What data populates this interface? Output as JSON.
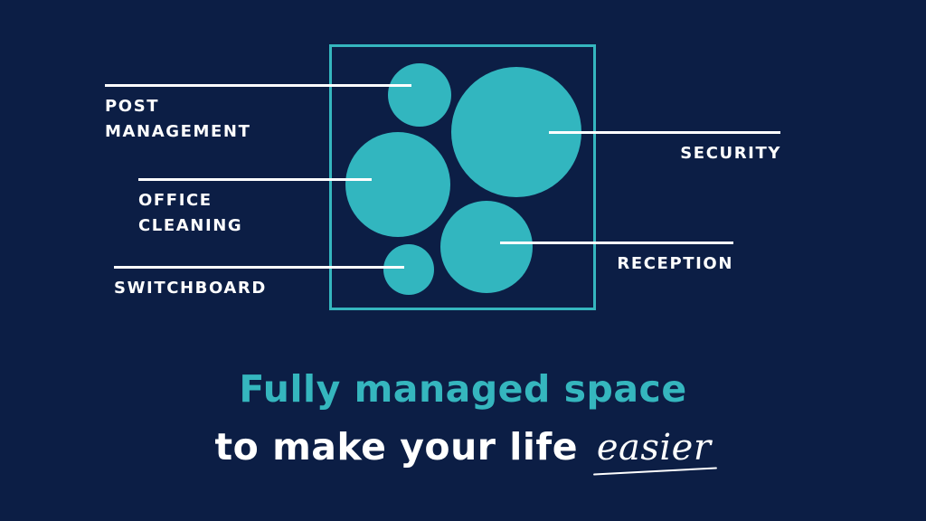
{
  "diagram": {
    "labels": {
      "post_management": "POST\nMANAGEMENT",
      "office_cleaning": "OFFICE\nCLEANING",
      "switchboard": "SWITCHBOARD",
      "security": "SECURITY",
      "reception": "RECEPTION"
    }
  },
  "headline": {
    "line1": "Fully managed space",
    "line2_prefix": "to make your life",
    "line2_script": "easier"
  },
  "colors": {
    "background": "#0c1e45",
    "accent": "#35b6be",
    "text": "#ffffff"
  }
}
